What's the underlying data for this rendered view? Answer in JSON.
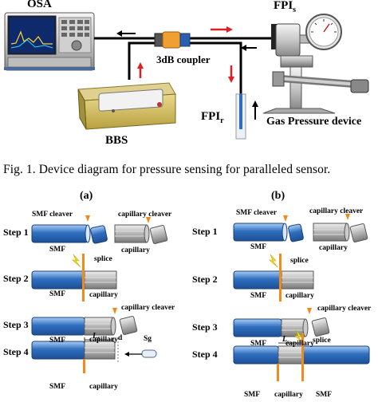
{
  "top": {
    "osa_label": "OSA",
    "fpi_s_main": "FPI",
    "fpi_s_sub": "s",
    "coupler_label": "3dB coupler",
    "fpi_r_main": "FPI",
    "fpi_r_sub": "r",
    "bbs_label": "BBS",
    "gas_label": "Gas Pressure device"
  },
  "caption": "Fig. 1.  Device diagram for pressure sensing for paralleled sensor.",
  "panel_a": {
    "title": "(a)",
    "steps": [
      "Step 1",
      "Step 2",
      "Step 3",
      "Step 4"
    ],
    "smf_cleaver": "SMF cleaver",
    "capillary_cleaver_1": "capillary cleaver",
    "smf_1": "SMF",
    "capillary_1": "capillary",
    "splice": "splice",
    "smf_2": "SMF",
    "capillary_2": "capillary",
    "capillary_cleaver_3": "capillary cleaver",
    "smf_3": "SMF",
    "capillary_3": "capillary",
    "ls_main": "L",
    "ls_sub": "S",
    "d_label": "d",
    "sg_label": "Sg",
    "smf_4": "SMF",
    "capillary_4": "capillary"
  },
  "panel_b": {
    "title": "(b)",
    "steps": [
      "Step 1",
      "Step 2",
      "Step 3",
      "Step 4"
    ],
    "smf_cleaver": "SMF cleaver",
    "capillary_cleaver_1": "capillary cleaver",
    "smf_1": "SMF",
    "capillary_1": "capillary",
    "splice_2": "splice",
    "smf_2": "SMF",
    "capillary_2": "capillary",
    "capillary_cleaver_3": "capillary cleaver",
    "smf_3": "SMF",
    "capillary_3": "capillary",
    "ls_main": "L",
    "ls_sub": "s",
    "splice_4": "splice",
    "smf_4a": "SMF",
    "capillary_4": "capillary",
    "smf_4b": "SMF"
  },
  "colors": {
    "fiber_blue": "#2f6fbf",
    "arrow_red": "#e02020",
    "cleaver_orange": "#f08a1a",
    "capillary_gray": "#a9a9a9",
    "yellow_spark": "#f2e020"
  }
}
